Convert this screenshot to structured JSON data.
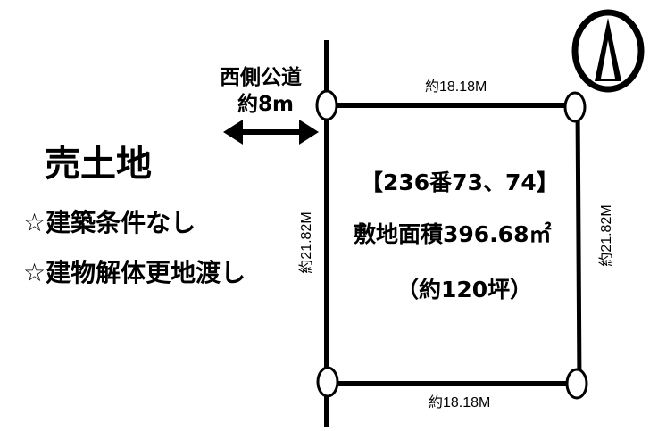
{
  "road": {
    "label": "西側公道",
    "width": "約8m"
  },
  "title": "売土地",
  "features": [
    "☆建築条件なし",
    "☆建物解体更地渡し"
  ],
  "lot": {
    "number": "【236番73、74】",
    "area": "敷地面積396.68㎡",
    "tsubo": "（約120坪）"
  },
  "dimensions": {
    "top": "約18.18M",
    "bottom": "約18.18M",
    "left": "約21.82M",
    "right": "約21.82M"
  },
  "icons": {
    "north": "north-arrow-icon",
    "road_width": "double-arrow-icon"
  }
}
